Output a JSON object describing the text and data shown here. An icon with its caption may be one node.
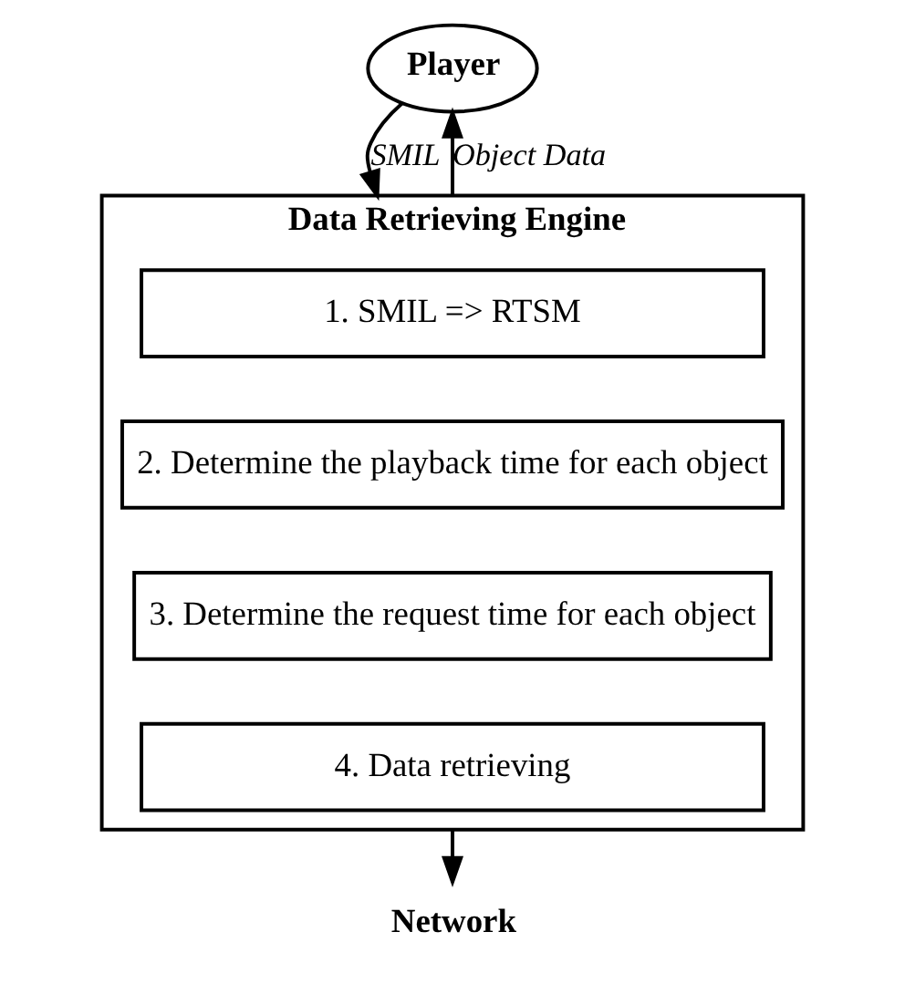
{
  "diagram": {
    "nodes": [
      {
        "text": [
          "Player"
        ]
      },
      {
        "text": [
          "Data Retrieving Engine"
        ]
      },
      {
        "text": [
          "1. SMIL => RTSM"
        ],
        "in": 1
      },
      {
        "text": [
          "2. Determine the playback time for each object"
        ],
        "in": 1
      },
      {
        "text": [
          "3. Determine the request time for each object"
        ],
        "in": 1
      },
      {
        "text": [
          "4. Data retrieving"
        ],
        "in": 1
      },
      {
        "text": [
          "Network"
        ]
      }
    ],
    "edges": [
      {
        "from": 0,
        "to": 1,
        "arrow": "to",
        "label": "SMIL"
      },
      {
        "from": 1,
        "to": 0,
        "arrow": "to",
        "label": "Object Data"
      },
      {
        "from": 1,
        "to": 6,
        "arrow": "to"
      }
    ]
  }
}
